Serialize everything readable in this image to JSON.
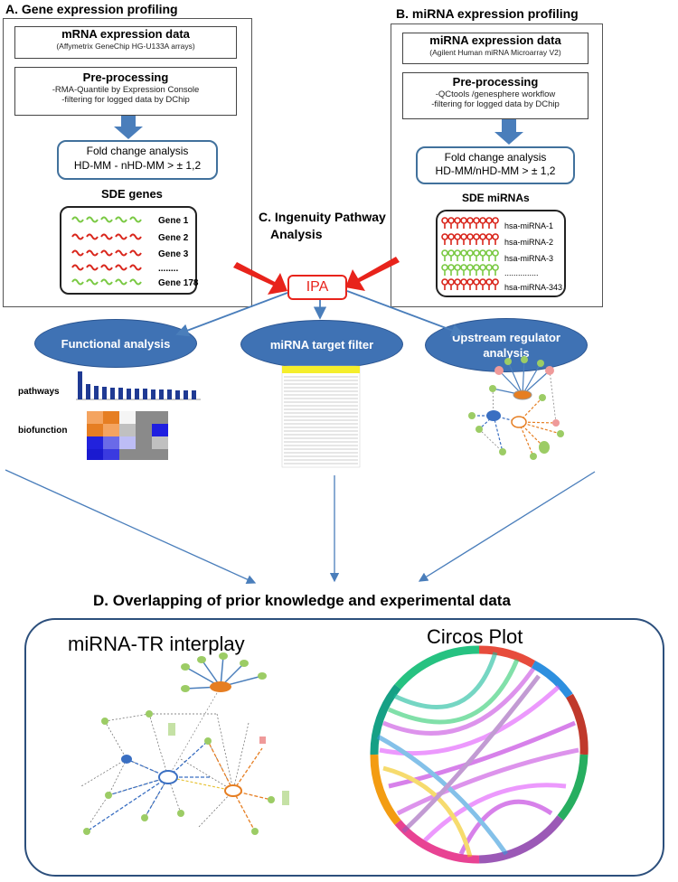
{
  "panelA": {
    "title": "A. Gene expression profiling",
    "box1_title": "mRNA expression data",
    "box1_sub": "(Affymetrix GeneChip HG-U133A arrays)",
    "box2_title": "Pre-processing",
    "box2_line1": "-RMA-Quantile by Expression Console",
    "box2_line2": "-filtering for logged data by DChip",
    "fold_title": "Fold change analysis",
    "fold_formula": "HD-MM - nHD-MM > ± 1,2",
    "sde_title": "SDE genes",
    "genes": [
      "Gene 1",
      "Gene 2",
      "Gene 3",
      "........",
      "Gene 178"
    ]
  },
  "panelB": {
    "title": "B. miRNA expression profiling",
    "box1_title": "miRNA expression data",
    "box1_sub": "(Agilent Human miRNA Microarray V2)",
    "box2_title": "Pre-processing",
    "box2_line1": "-QCtools /genesphere workflow",
    "box2_line2": "-filtering for logged data by DChip",
    "fold_title": "Fold change analysis",
    "fold_formula": "HD-MM/nHD-MM > ± 1,2",
    "sde_title": "SDE miRNAs",
    "mirnas": [
      "hsa-miRNA-1",
      "hsa-miRNA-2",
      "hsa-miRNA-3",
      "...............",
      "hsa-miRNA-343"
    ]
  },
  "panelC": {
    "title_line1": "C. Ingenuity Pathway",
    "title_line2": "Analysis",
    "ipa": "IPA",
    "oval1": "Functional analysis",
    "oval2": "miRNA target filter",
    "oval3_line1": "Upstream regulator",
    "oval3_line2": "analysis",
    "pathways_label": "pathways",
    "biofunction_label": "biofunction"
  },
  "panelD": {
    "title": "D. Overlapping of prior knowledge and experimental data",
    "left_title": "miRNA-TR interplay",
    "right_title": "Circos Plot"
  },
  "colors": {
    "arrow_blue": "#4a7ebb",
    "arrow_red": "#e8231b",
    "oval_blue": "#3f72b4",
    "gene_green": "#7ac943",
    "gene_red": "#d9261c"
  }
}
